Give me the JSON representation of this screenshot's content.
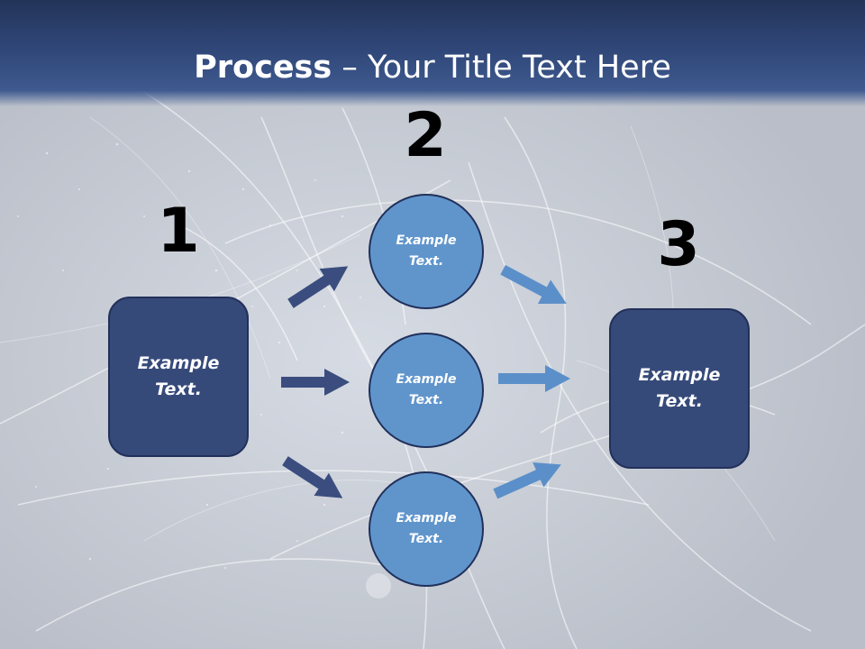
{
  "slide": {
    "title_bold": "Process",
    "title_rest": " – Your Title Text Here",
    "step_numbers": [
      "1",
      "2",
      "3"
    ],
    "start_box": {
      "text": "Example Text."
    },
    "middle_circles": [
      {
        "text": "Example Text."
      },
      {
        "text": "Example Text."
      },
      {
        "text": "Example Text."
      }
    ],
    "end_box": {
      "text": "Example Text."
    }
  },
  "colors": {
    "header": "#2f4677",
    "box_fill": "#364a7a",
    "circle_fill": "#6095cc",
    "arrow_dark": "#3a4d7e",
    "arrow_light": "#5b8fc9"
  }
}
